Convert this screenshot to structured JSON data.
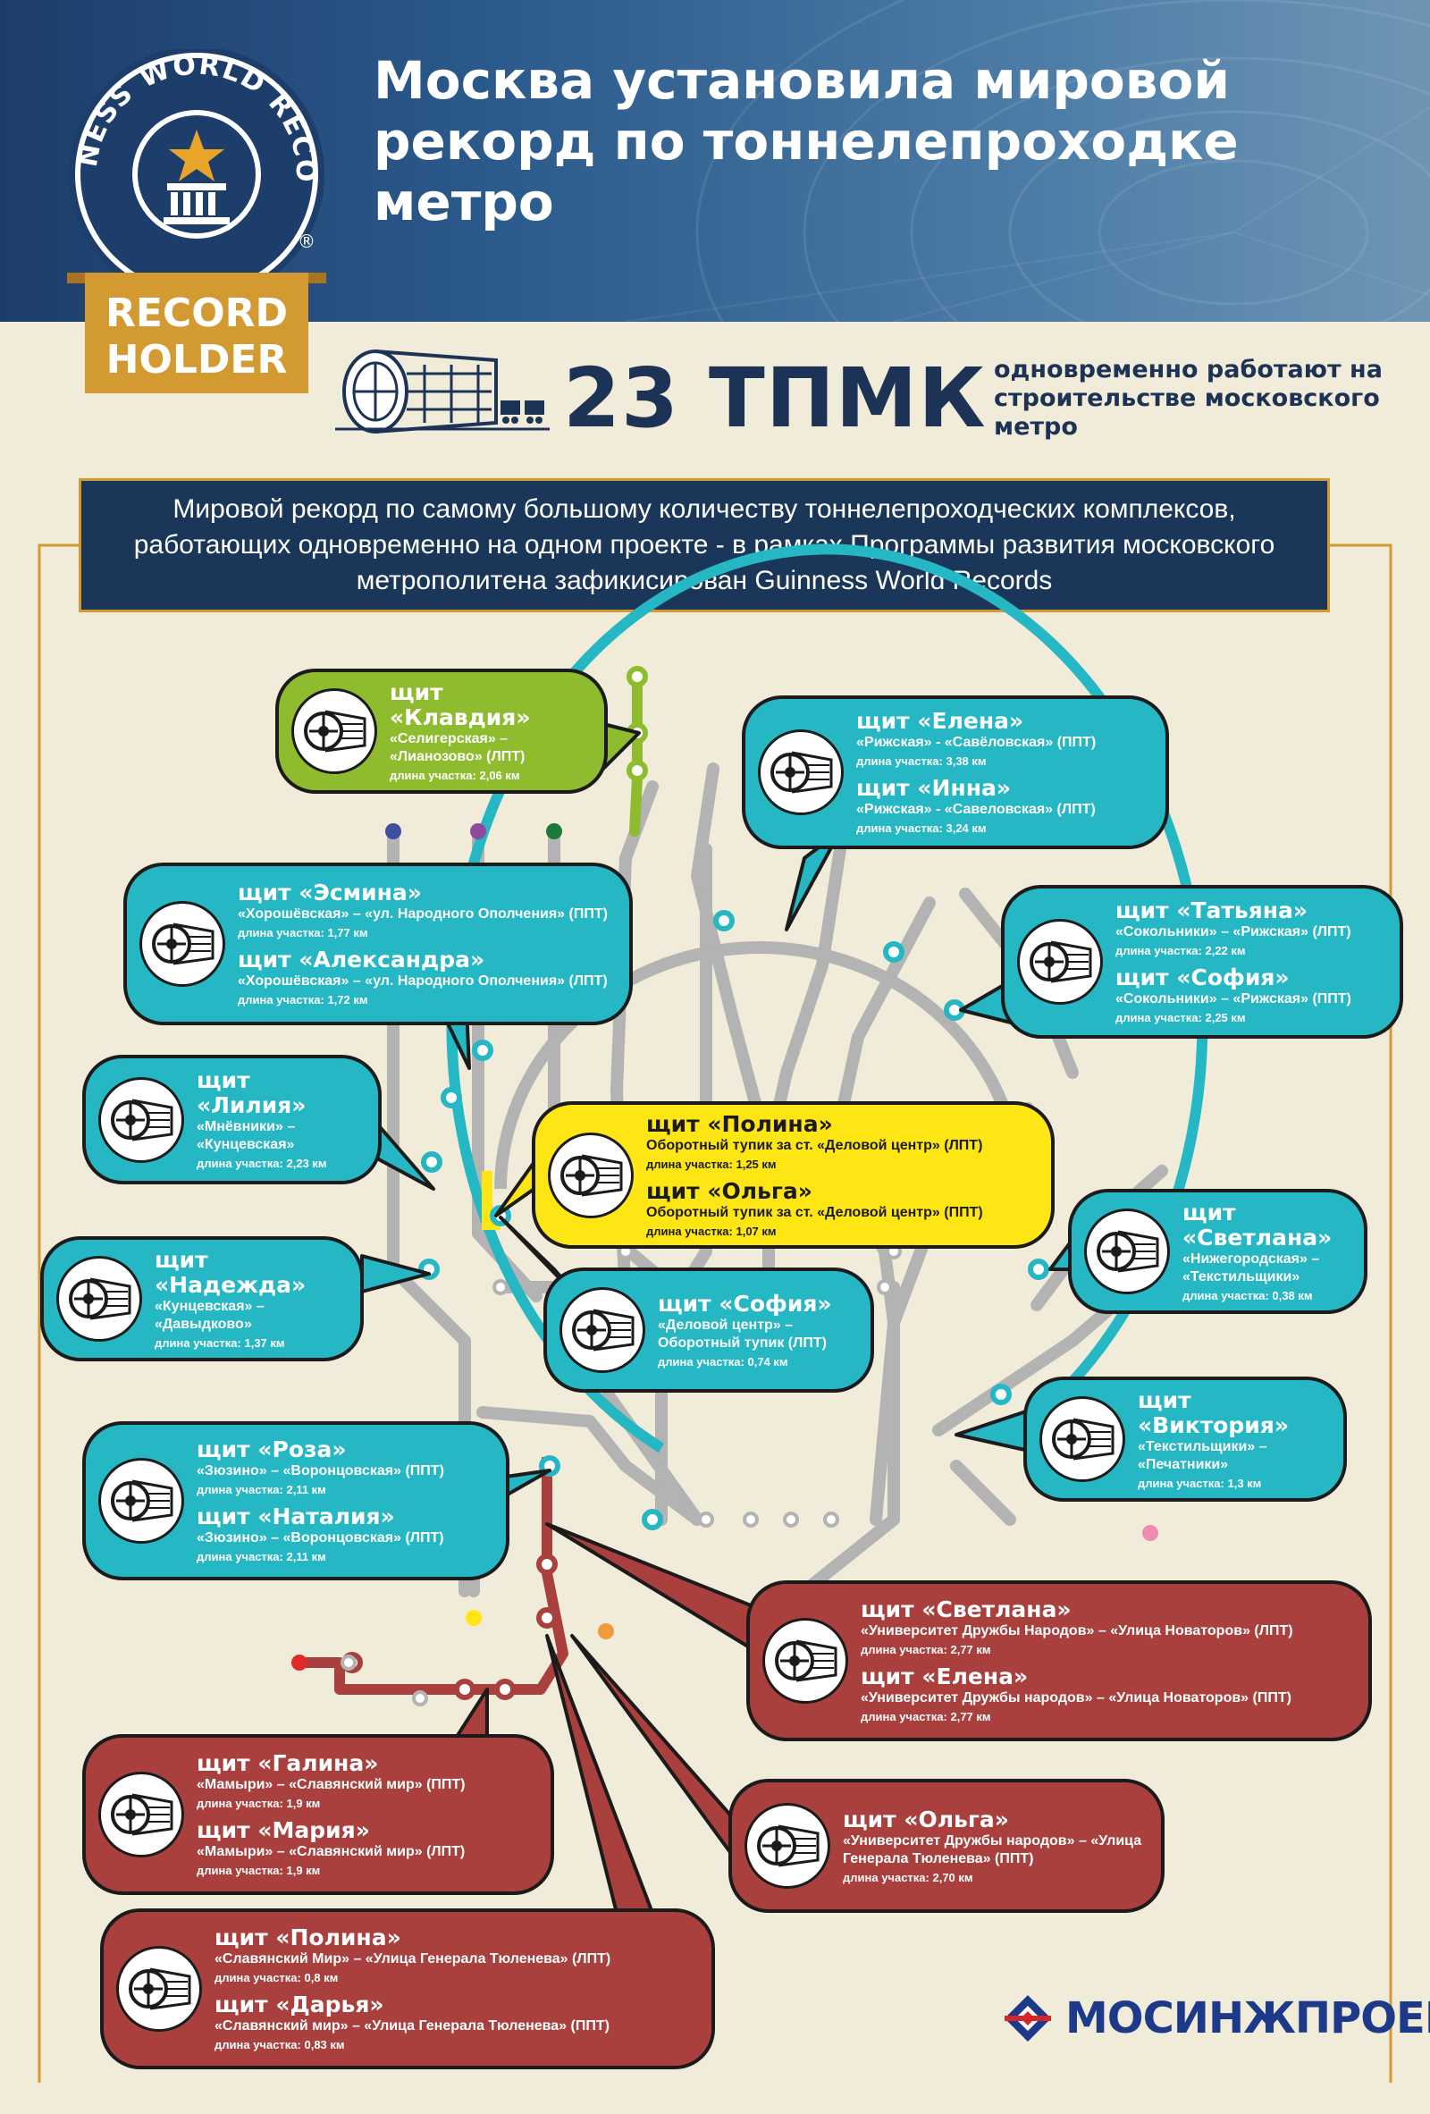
{
  "header": {
    "title": "Москва установила мировой рекорд по тоннелепроходке метро"
  },
  "badge": {
    "ring_text": "GUINNESS WORLD RECORDS",
    "registered_mark": "®",
    "line1": "RECORD",
    "line2": "HOLDER",
    "star_icon": "star-icon"
  },
  "stat": {
    "number": "23 ТПМК",
    "description": "одновременно работают на строительстве московского метро",
    "icon": "tunnel-boring-machine-icon"
  },
  "record_text": "Мировой рекорд  по самому  большому количеству тоннелепроходческих  комплексов, работающих одновременно на одном проекте - в рамках Программы развития московского метрополитена зафикисирован Guinness World Records",
  "callouts": [
    {
      "color": "green",
      "shields": [
        {
          "name": "щит «Клавдия»",
          "route": "«Селигерская» – «Лианозово» (ЛПТ)",
          "length": "длина участка: 2,06 км"
        }
      ]
    },
    {
      "color": "teal",
      "shields": [
        {
          "name": "щит «Елена»",
          "route": "«Рижская» - «Савёловская» (ППТ)",
          "length": "длина участка: 3,38 км"
        },
        {
          "name": "щит «Инна»",
          "route": "«Рижская» - «Савеловская» (ЛПТ)",
          "length": "длина участка: 3,24 км"
        }
      ]
    },
    {
      "color": "teal",
      "shields": [
        {
          "name": "щит «Эсмина»",
          "route": "«Хорошёвская» – «ул. Народного Ополчения» (ППТ)",
          "length": "длина участка: 1,77 км"
        },
        {
          "name": "щит «Александра»",
          "route": "«Хорошёвская» – «ул. Народного Ополчения» (ЛПТ)",
          "length": "длина участка: 1,72 км"
        }
      ]
    },
    {
      "color": "teal",
      "shields": [
        {
          "name": "щит «Татьяна»",
          "route": "«Сокольники» – «Рижская» (ЛПТ)",
          "length": "длина участка: 2,22 км"
        },
        {
          "name": "щит «София»",
          "route": "«Сокольники» – «Рижская» (ППТ)",
          "length": "длина участка: 2,25 км"
        }
      ]
    },
    {
      "color": "teal",
      "shields": [
        {
          "name": "щит «Лилия»",
          "route": "«Мнёвники» – «Кунцевская»",
          "length": "длина участка: 2,23 км"
        }
      ]
    },
    {
      "color": "yellow",
      "shields": [
        {
          "name": "щит «Полина»",
          "route": "Оборотный тупик за ст. «Деловой центр» (ЛПТ)",
          "length": "длина участка: 1,25 км"
        },
        {
          "name": "щит «Ольга»",
          "route": "Оборотный тупик за ст. «Деловой центр» (ППТ)",
          "length": "длина участка: 1,07 км"
        }
      ]
    },
    {
      "color": "teal",
      "shields": [
        {
          "name": "щит «Светлана»",
          "route": "«Нижегородская» – «Текстильщики»",
          "length": "длина участка: 0,38 км"
        }
      ]
    },
    {
      "color": "teal",
      "shields": [
        {
          "name": "щит «Надежда»",
          "route": "«Кунцевская» – «Давыдково»",
          "length": "длина участка: 1,37 км"
        }
      ]
    },
    {
      "color": "teal",
      "shields": [
        {
          "name": "щит «София»",
          "route": "«Деловой центр» – Оборотный тупик (ЛПТ)",
          "length": "длина участка: 0,74 км"
        }
      ]
    },
    {
      "color": "teal",
      "shields": [
        {
          "name": "щит «Виктория»",
          "route": "«Текстильщики» – «Печатники»",
          "length": "длина участка: 1,3 км"
        }
      ]
    },
    {
      "color": "teal",
      "shields": [
        {
          "name": "щит «Роза»",
          "route": "«Зюзино» – «Воронцовская» (ППТ)",
          "length": "длина участка: 2,11 км"
        },
        {
          "name": "щит «Наталия»",
          "route": "«Зюзино» – «Воронцовская» (ЛПТ)",
          "length": "длина участка: 2,11 км"
        }
      ]
    },
    {
      "color": "red",
      "shields": [
        {
          "name": "щит «Светлана»",
          "route": "«Университет Дружбы Народов» – «Улица Новаторов» (ЛПТ)",
          "length": "длина участка: 2,77 км"
        },
        {
          "name": "щит «Елена»",
          "route": "«Университет Дружбы народов» –  «Улица Новаторов» (ППТ)",
          "length": "длина участка: 2,77 км"
        }
      ]
    },
    {
      "color": "red",
      "shields": [
        {
          "name": "щит «Галина»",
          "route": "«Мамыри» – «Славянский мир» (ППТ)",
          "length": "длина участка: 1,9 км"
        },
        {
          "name": "щит «Мария»",
          "route": "«Мамыри» – «Славянский мир» (ЛПТ)",
          "length": "длина участка: 1,9 км"
        }
      ]
    },
    {
      "color": "red",
      "shields": [
        {
          "name": "щит «Ольга»",
          "route": "«Университет Дружбы народов» – «Улица Генерала Тюленева» (ППТ)",
          "length": "длина участка: 2,70 км"
        }
      ]
    },
    {
      "color": "red",
      "shields": [
        {
          "name": "щит «Полина»",
          "route": "«Славянский Мир» – «Улица Генерала Тюленева» (ЛПТ)",
          "length": "длина участка: 0,8 км"
        },
        {
          "name": "щит «Дарья»",
          "route": "«Славянский мир» – «Улица Генерала Тюленева» (ППТ)",
          "length": "длина участка: 0,83 км"
        }
      ]
    }
  ],
  "logo": {
    "text": "МОСИНЖПРОЕКТ",
    "icon": "mosinzhproekt-logo-icon"
  },
  "colors": {
    "header_blue": "#1d3d6a",
    "navy": "#1a3658",
    "gold": "#d49a32",
    "background": "#f1ecd9",
    "teal": "#25b7c4",
    "green": "#8fbc2e",
    "yellow": "#fde614",
    "red": "#a9403d",
    "map_grey": "#b3b3b3",
    "logo_blue": "#1d3a8a",
    "logo_red": "#d7262a"
  }
}
